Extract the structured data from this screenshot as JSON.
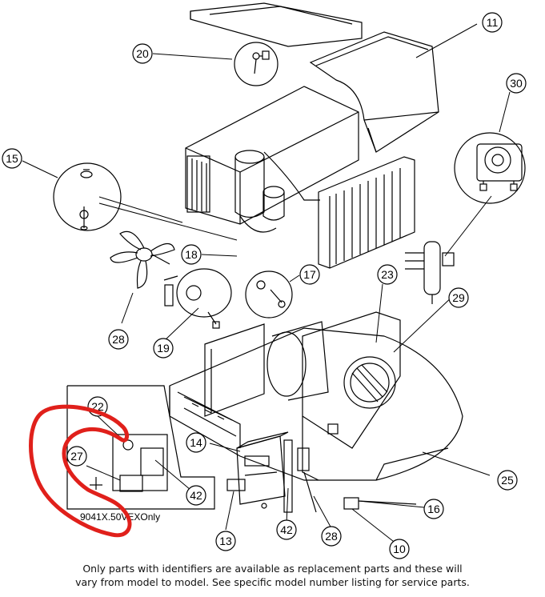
{
  "callouts": {
    "c11": "11",
    "c20": "20",
    "c30": "30",
    "c15": "15",
    "c18": "18",
    "c17": "17",
    "c23": "23",
    "c29": "29",
    "c28a": "28",
    "c19": "19",
    "c22": "22",
    "c14": "14",
    "c27": "27",
    "c42a": "42",
    "c13": "13",
    "c42b": "42",
    "c28b": "28",
    "c25": "25",
    "c16": "16",
    "c10": "10"
  },
  "inset": {
    "label": "9041X.50VEXOnly"
  },
  "caption": {
    "line1": "Only parts with identifiers are available as replacement parts and these will",
    "line2": "vary from model to model. See specific model number listing for service parts."
  },
  "colors": {
    "line": "#000000",
    "highlight": "#e0201b",
    "background": "#ffffff"
  }
}
